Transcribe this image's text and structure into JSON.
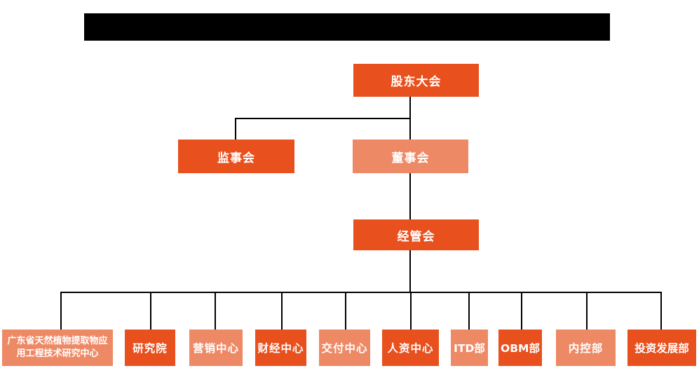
{
  "colors": {
    "primary_box": "#E8501E",
    "secondary_box": "#EE8966",
    "connector_line": "#000000",
    "redaction_bar": "#000000",
    "box_text": "#FFFFFF",
    "background": "#FFFFFF"
  },
  "org_chart": {
    "type": "org-tree",
    "nodes": [
      {
        "id": "shareholders-meeting",
        "label": "股东大会",
        "level": 1,
        "style": "primary"
      },
      {
        "id": "supervisory-board",
        "label": "监事会",
        "level": 2,
        "style": "primary"
      },
      {
        "id": "board-of-directors",
        "label": "董事会",
        "level": 2,
        "style": "secondary"
      },
      {
        "id": "management-committee",
        "label": "经管会",
        "level": 3,
        "style": "primary"
      },
      {
        "id": "guangdong-research-center",
        "label": "广东省天然植物提取物应用工程技术研究中心",
        "level": 4,
        "style": "secondary"
      },
      {
        "id": "research-institute",
        "label": "研究院",
        "level": 4,
        "style": "primary"
      },
      {
        "id": "marketing-center",
        "label": "营销中心",
        "level": 4,
        "style": "secondary"
      },
      {
        "id": "finance-center",
        "label": "财经中心",
        "level": 4,
        "style": "primary"
      },
      {
        "id": "delivery-center",
        "label": "交付中心",
        "level": 4,
        "style": "secondary"
      },
      {
        "id": "hr-center",
        "label": "人资中心",
        "level": 4,
        "style": "primary"
      },
      {
        "id": "itd-department",
        "label": "ITD部",
        "level": 4,
        "style": "secondary"
      },
      {
        "id": "obm-department",
        "label": "OBM部",
        "level": 4,
        "style": "primary"
      },
      {
        "id": "internal-control-department",
        "label": "内控部",
        "level": 4,
        "style": "secondary"
      },
      {
        "id": "investment-development-department",
        "label": "投资发展部",
        "level": 4,
        "style": "primary"
      }
    ],
    "edges": [
      {
        "from": "shareholders-meeting",
        "to": "supervisory-board"
      },
      {
        "from": "shareholders-meeting",
        "to": "board-of-directors"
      },
      {
        "from": "board-of-directors",
        "to": "management-committee"
      },
      {
        "from": "management-committee",
        "to": "guangdong-research-center"
      },
      {
        "from": "management-committee",
        "to": "research-institute"
      },
      {
        "from": "management-committee",
        "to": "marketing-center"
      },
      {
        "from": "management-committee",
        "to": "finance-center"
      },
      {
        "from": "management-committee",
        "to": "delivery-center"
      },
      {
        "from": "management-committee",
        "to": "hr-center"
      },
      {
        "from": "management-committee",
        "to": "itd-department"
      },
      {
        "from": "management-committee",
        "to": "obm-department"
      },
      {
        "from": "management-committee",
        "to": "internal-control-department"
      },
      {
        "from": "management-committee",
        "to": "investment-development-department"
      }
    ]
  }
}
